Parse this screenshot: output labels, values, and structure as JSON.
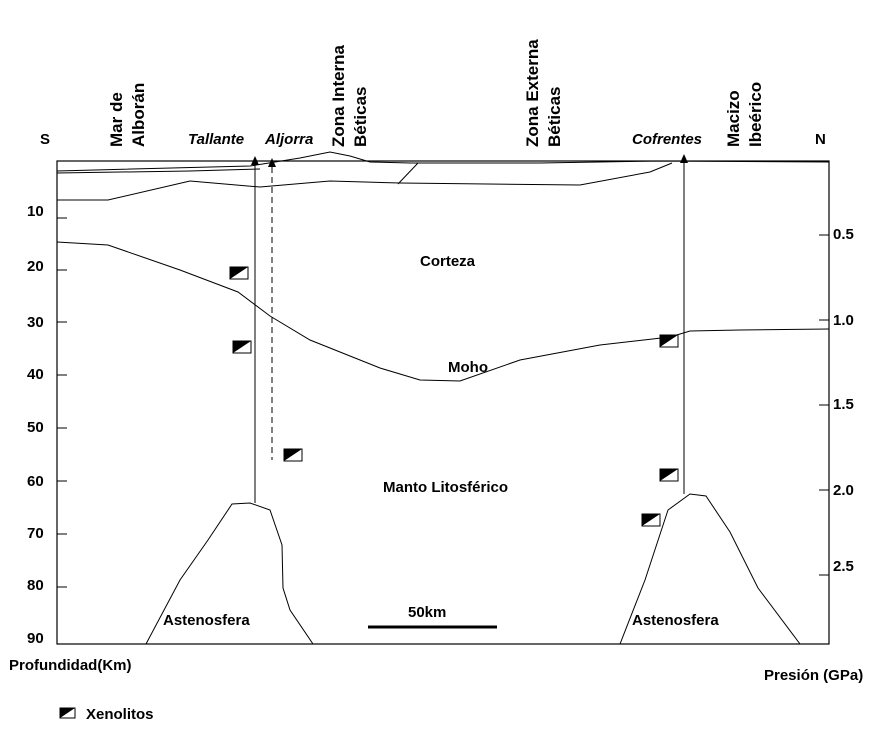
{
  "directions": {
    "south": "S",
    "north": "N"
  },
  "regions": {
    "mar_alboran": [
      "Mar de",
      "Alborán"
    ],
    "zona_interna": [
      "Zona Interna",
      "Béticas"
    ],
    "zona_externa": [
      "Zona Externa",
      "Béticas"
    ],
    "macizo": [
      "Macizo",
      "Ibeérico"
    ]
  },
  "localities": {
    "tallante": "Tallante",
    "aljorra": "Aljorra",
    "cofrentes": "Cofrentes"
  },
  "layers": {
    "corteza": "Corteza",
    "moho": "Moho",
    "manto": "Manto Litosférico",
    "astenosfera_left": "Astenosfera",
    "astenosfera_right": "Astenosfera"
  },
  "scale_bar": "50km",
  "depth_axis": {
    "label": "Profundidad(Km)",
    "ticks": [
      "10",
      "20",
      "30",
      "40",
      "50",
      "60",
      "70",
      "80",
      "90"
    ]
  },
  "pressure_axis": {
    "label": "Presión (GPa)",
    "ticks": [
      "0.5",
      "1.0",
      "1.5",
      "2.0",
      "2.5"
    ]
  },
  "legend": {
    "xenolitos": "Xenolitos"
  }
}
